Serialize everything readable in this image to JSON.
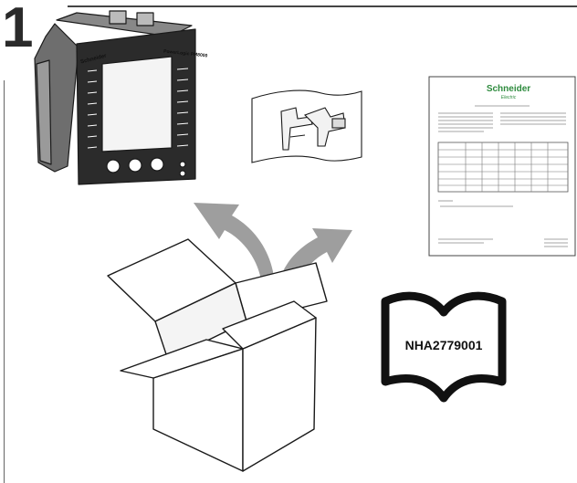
{
  "step": {
    "number": "1"
  },
  "manual": {
    "code": "NHA2779001"
  },
  "certificate": {
    "brand": "Schneider",
    "brand_sub": "Electric"
  },
  "meter": {
    "brand": "Schneider",
    "model": "PowerLogic PM8000"
  },
  "icons": [
    "power-meter-icon",
    "mounting-clips-icon",
    "test-certificate-icon",
    "open-box-icon",
    "unpack-arrow-icon",
    "manual-book-icon"
  ],
  "colors": {
    "arrow": "#9e9e9e",
    "line": "#1a1a1a",
    "brand_green": "#2e8b3e"
  }
}
